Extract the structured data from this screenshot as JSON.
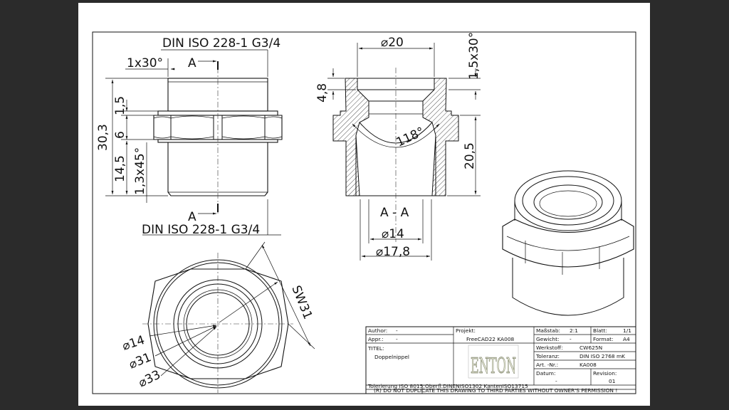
{
  "drawing": {
    "views": {
      "front": {
        "thread_top": "DIN ISO 228-1 G3/4",
        "thread_bottom": "DIN ISO 228-1 G3/4",
        "chamfer": "1x30°",
        "section_mark_top": "A",
        "section_mark_bottom": "A",
        "height_total": "30,3",
        "height_collar": "1,5",
        "height_hex": "6",
        "height_thread": "14,5",
        "chamfer_bottom": "1,3x45°"
      },
      "section": {
        "label": "A - A",
        "dia_top": "⌀20",
        "chamfer": "1,5x30°",
        "depth": "4,8",
        "angle": "118°",
        "height": "20,5",
        "dia_inner": "⌀14",
        "dia_outer": "⌀17,8"
      },
      "top": {
        "across_flats": "SW31",
        "dia_14": "⌀14",
        "dia_31": "⌀31",
        "dia_33": "⌀33"
      }
    },
    "title_block": {
      "author_label": "Author:",
      "author_value": "-",
      "appr_label": "Appr.:",
      "appr_value": "-",
      "projekt_label": "Projekt:",
      "projekt_value": "FreeCAD22 KA008",
      "massstab_label": "Maßstab:",
      "massstab_value": "2:1",
      "blatt_label": "Blatt:",
      "blatt_value": "1/1",
      "gewicht_label": "Gewicht:",
      "gewicht_value": "-",
      "format_label": "Format:",
      "format_value": "A4",
      "titel_label": "TITEL:",
      "titel_value": "Doppelnippel",
      "werkstoff_label": "Werkstoff:",
      "werkstoff_value": "CW625N",
      "toleranz_label": "Toleranz:",
      "toleranz_value": "DIN ISO 2768 mK",
      "artnr_label": "Art. -Nr.:",
      "artnr_value": "KA008",
      "datum_label": "Datum:",
      "datum_value": "-",
      "revision_label": "Revision:",
      "revision_value": "01",
      "tolerierung": "Tolerierung ISO 8015:",
      "oberfl": "Oberfl.DINENISO1302 KantenISO13715",
      "copyright": "(R) DO NOT DUPLICATE THIS DRAWING TO THIRD PARTIES WITHOUT OWNER'S PERMISSION !",
      "logo_text": "ENTON"
    }
  }
}
